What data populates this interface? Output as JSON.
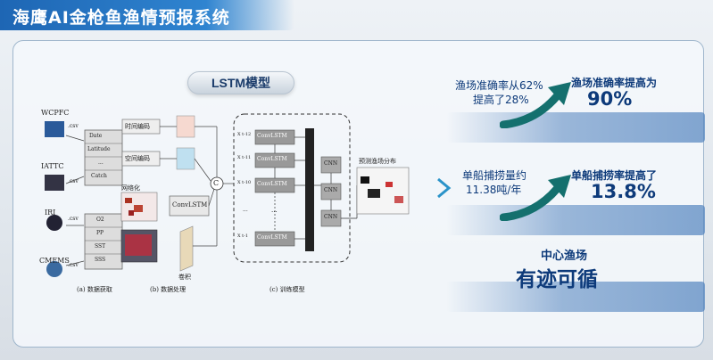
{
  "header": {
    "title": "海鹰AI金枪鱼渔情预报系统"
  },
  "model": {
    "pill": "LSTM模型"
  },
  "diagram": {
    "sources": [
      "WCPFC",
      "IATTC",
      "IRI",
      "CMEMS"
    ],
    "csv": ".csv",
    "fields_a": [
      "Date",
      "Latitude",
      "...",
      "Catch"
    ],
    "fields_b": [
      "O2",
      "PP",
      "SST",
      "SSS"
    ],
    "encode_time": "时间编码",
    "encode_space": "空间编码",
    "gridding": "网络化",
    "convlstm": "ConvLSTM",
    "conv": "卷积",
    "concat": "C",
    "cnn": "CNN",
    "forecast_label": "预测渔场分布",
    "t_labels": [
      "X t-12",
      "X t-11",
      "X t-10",
      "...",
      "X t-1"
    ],
    "ellipsis": "...",
    "cap_a": "(a) 数据获取",
    "cap_b": "(b) 数据处理",
    "cap_c": "(c) 训练模型"
  },
  "stats": {
    "s1_line1": "渔场准确率从62%",
    "s1_line2": "提高了28%",
    "s1_head": "渔场准确率提高为",
    "s1_value": "90%",
    "s2_line1": "单船捕捞量约",
    "s2_line2": "11.38吨/年",
    "s2_head": "单船捕捞率提高了",
    "s2_value": "13.8%",
    "s3_head": "中心渔场",
    "s3_value": "有迹可循"
  },
  "colors": {
    "accent": "#0d3a7a",
    "title_bar": "#1e66b4",
    "arrow": "#1a7a7a"
  }
}
